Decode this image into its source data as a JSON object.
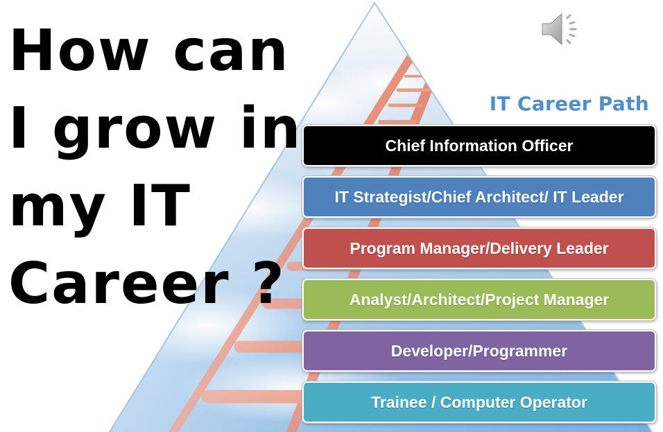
{
  "headline": {
    "lines": [
      "How can",
      "I grow in",
      "my IT",
      "Career ?"
    ]
  },
  "career_path": {
    "title": "IT Career Path",
    "levels": [
      {
        "label": "Chief Information Officer",
        "color": "#000000"
      },
      {
        "label": "IT Strategist/Chief Architect/ IT Leader",
        "color": "#4f81bd"
      },
      {
        "label": "Program Manager/Delivery Leader",
        "color": "#c0504d"
      },
      {
        "label": "Analyst/Architect/Project Manager",
        "color": "#9bbb59"
      },
      {
        "label": "Developer/Programmer",
        "color": "#8064a2"
      },
      {
        "label": "Trainee / Computer Operator",
        "color": "#4bacc6"
      }
    ]
  },
  "icons": {
    "speaker": "speaker-icon",
    "ladder": "ladder-illustration"
  },
  "colors": {
    "title_blue": "#4f8fc9",
    "ladder_red": "#e86a4d",
    "sky_blue": "#9cc3e6"
  }
}
